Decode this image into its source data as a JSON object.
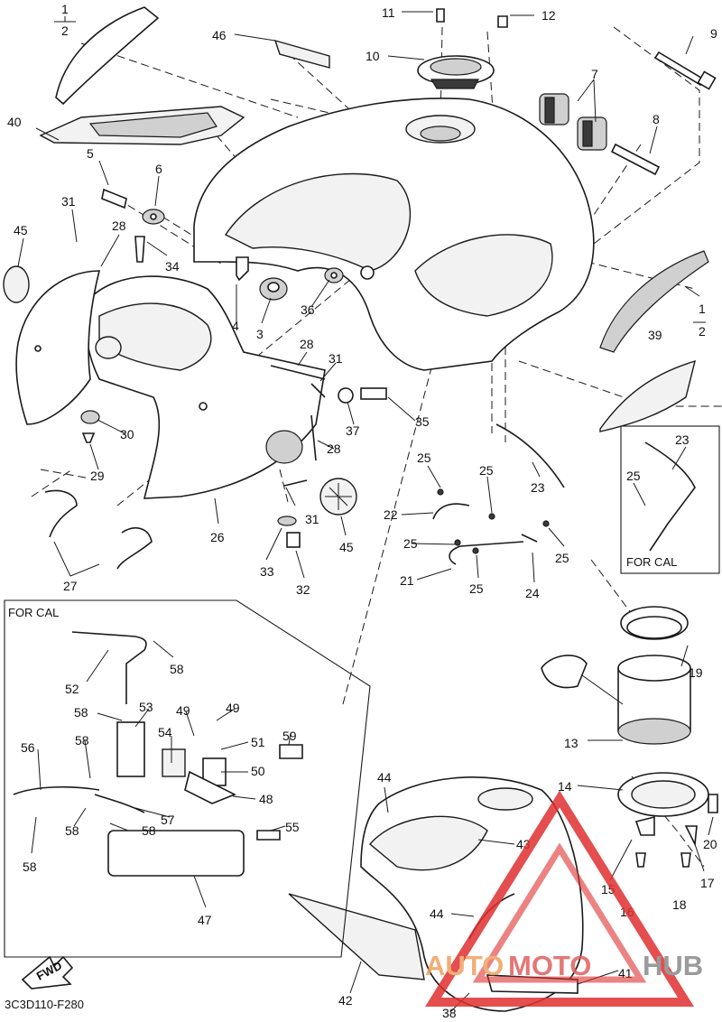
{
  "callouts": {
    "n1_top": "1",
    "n2_top": "2",
    "n1_right": "1",
    "n2_right": "2",
    "n3": "3",
    "n4": "4",
    "n5": "5",
    "n6": "6",
    "n7": "7",
    "n8": "8",
    "n9": "9",
    "n10": "10",
    "n11": "11",
    "n12": "12",
    "n13": "13",
    "n14": "14",
    "n15": "15",
    "n16": "16",
    "n17": "17",
    "n18": "18",
    "n19": "19",
    "n20": "20",
    "n21": "21",
    "n22": "22",
    "n23a": "23",
    "n23b": "23",
    "n24": "24",
    "n25a": "25",
    "n25b": "25",
    "n25c": "25",
    "n25d": "25",
    "n25e": "25",
    "n25f": "25",
    "n26": "26",
    "n27": "27",
    "n28a": "28",
    "n28b": "28",
    "n28c": "28",
    "n29": "29",
    "n30": "30",
    "n31a": "31",
    "n31b": "31",
    "n31c": "31",
    "n32": "32",
    "n33": "33",
    "n34": "34",
    "n35": "35",
    "n36": "36",
    "n37": "37",
    "n38": "38",
    "n39": "39",
    "n40": "40",
    "n41": "41",
    "n42": "42",
    "n43": "43",
    "n44a": "44",
    "n44b": "44",
    "n45a": "45",
    "n45b": "45",
    "n46": "46",
    "n47": "47",
    "n48": "48",
    "n49a": "49",
    "n49b": "49",
    "n50": "50",
    "n51": "51",
    "n52": "52",
    "n53": "53",
    "n54": "54",
    "n55": "55",
    "n56": "56",
    "n57": "57",
    "n58a": "58",
    "n58b": "58",
    "n58c": "58",
    "n58d": "58",
    "n58e": "58",
    "n58f": "58",
    "n59": "59"
  },
  "labels": {
    "for_cal_small": "FOR CAL",
    "for_cal_large": "FOR CAL",
    "fwd": "FWD",
    "diagram_code": "3C3D110-F280"
  },
  "watermark": {
    "part1": "AUTO",
    "part2": "MOTO",
    "part3": "HUB",
    "color_red": "#e03030",
    "color_orange": "#f0a060",
    "color_gray": "#8a8a8a"
  }
}
